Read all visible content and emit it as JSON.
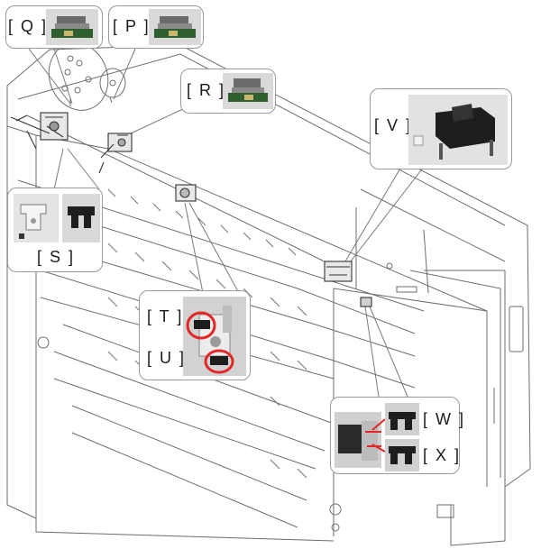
{
  "diagram": {
    "labels": {
      "q": "[ Q ]",
      "p": "[ P ]",
      "r": "[ R ]",
      "s": "[ S ]",
      "t": "[ T ]",
      "u": "[ U ]",
      "v": "[ V ]",
      "w": "[ W ]",
      "x": "[ X ]"
    },
    "colors": {
      "line": "#6e6e6e",
      "callout_border": "#9a9a9a",
      "highlight": "#e32626",
      "sensor_body": "#1e1e1e",
      "photo_bg": "#d9d9d9"
    }
  }
}
